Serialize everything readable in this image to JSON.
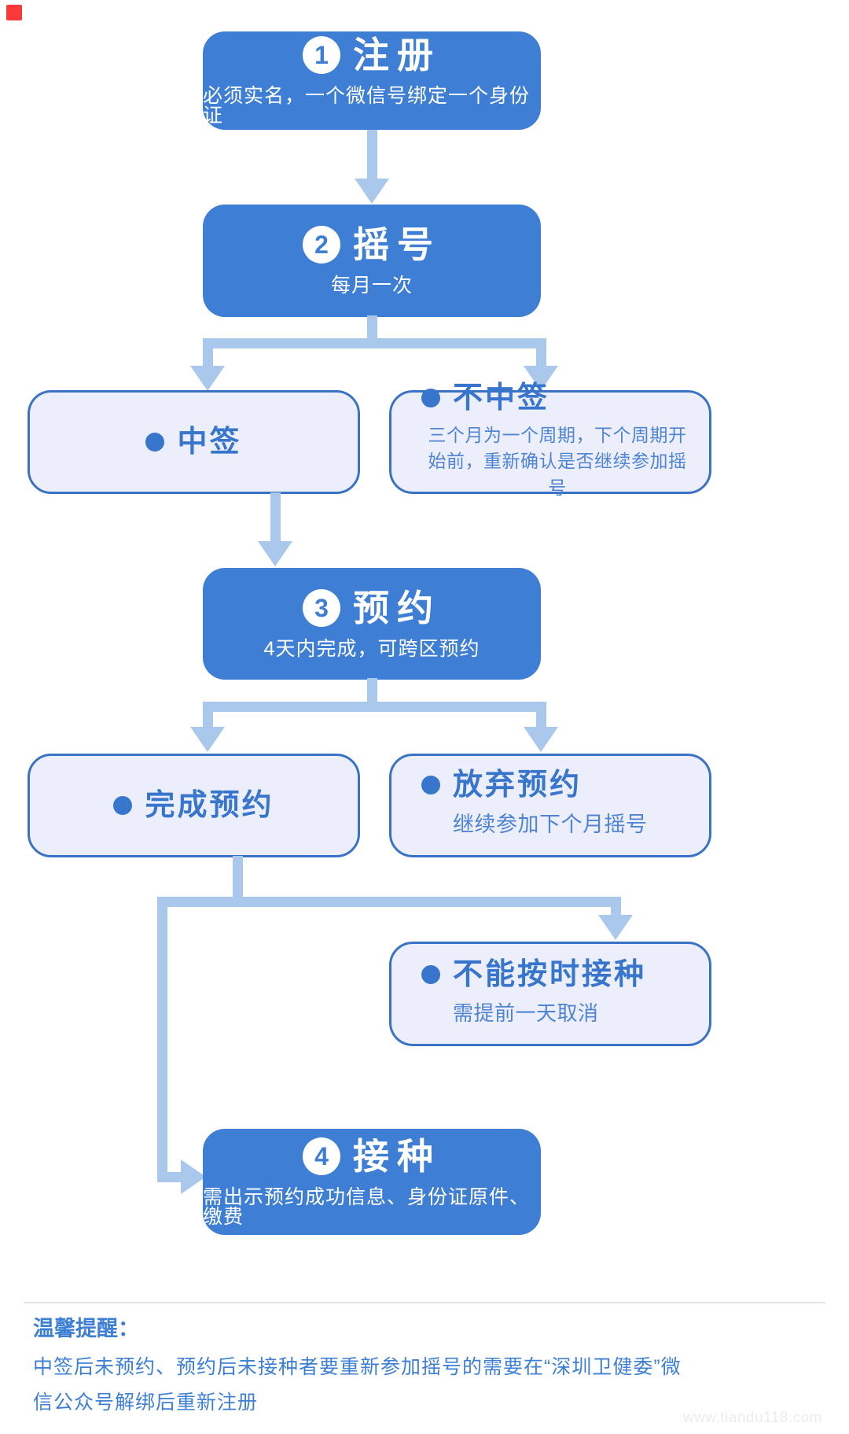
{
  "steps": [
    {
      "number": "1",
      "title": "注册",
      "subtitle": "必须实名，一个微信号绑定一个身份证"
    },
    {
      "number": "2",
      "title": "摇号",
      "subtitle": "每月一次"
    },
    {
      "number": "3",
      "title": "预约",
      "subtitle": "4天内完成，可跨区预约"
    },
    {
      "number": "4",
      "title": "接种",
      "subtitle": "需出示预约成功信息、身份证原件、缴费"
    }
  ],
  "branches": {
    "win": {
      "title": "中签"
    },
    "lose": {
      "title": "不中签",
      "subtitle": "三个月为一个周期，下个周期开始前，重新确认是否继续参加摇号"
    },
    "complete": {
      "title": "完成预约"
    },
    "giveup": {
      "title": "放弃预约",
      "subtitle": "继续参加下个月摇号"
    },
    "cannot": {
      "title": "不能按时接种",
      "subtitle": "需提前一天取消"
    }
  },
  "footer": {
    "title": "温馨提醒：",
    "body": "中签后未预约、预约后未接种者要重新参加摇号的需要在“深圳卫健委”微信公众号解绑后重新注册"
  },
  "watermark": "www.tiandu118.com",
  "colors": {
    "step_box": "#3e7ed4",
    "light_box_fill": "#eceffb",
    "light_box_border": "#3a72c6",
    "light_box_text": "#3875cc",
    "connector": "#a9c8ec",
    "footer_text": "#3e7fd6",
    "marker_red": "#fa3a3a"
  }
}
